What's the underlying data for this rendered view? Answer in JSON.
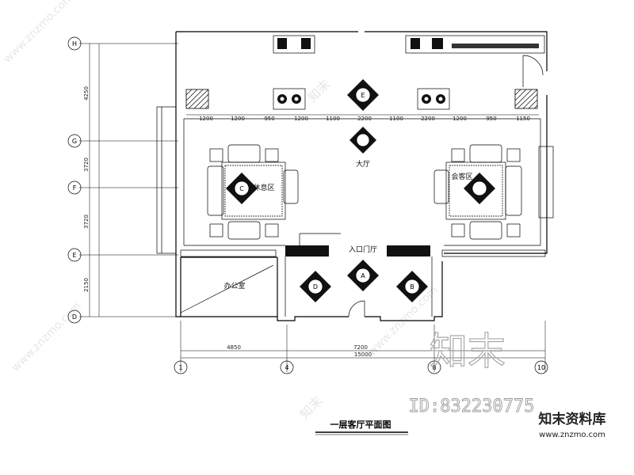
{
  "drawing": {
    "title": "一层客厅平面图",
    "rooms": {
      "left_lounge": "休息区",
      "right_lounge": "会客区",
      "hall": "大厅",
      "entrance": "入口门厅",
      "office": "办公室"
    },
    "grid_axes_bottom": [
      "1",
      "4",
      "8",
      "10"
    ],
    "grid_axes_left": [
      "H",
      "G",
      "F",
      "E",
      "D"
    ],
    "top_dims": [
      "1200",
      "1200",
      "950",
      "1200",
      "1100",
      "2200",
      "1100",
      "2200",
      "1200",
      "950",
      "1150"
    ],
    "left_dims": [
      "4250",
      "3720",
      "3720",
      "2150"
    ],
    "bottom_dims_1": [
      "4850",
      "7200"
    ],
    "bottom_dims_2": [
      "15000"
    ],
    "elevation_markers": [
      "E",
      "A",
      "C",
      "B",
      "D"
    ]
  },
  "watermark": {
    "brand_cn": "知末",
    "brand_full": "知末资料库",
    "site": "www.znzmo.com",
    "id_text": "ID:832230775"
  }
}
